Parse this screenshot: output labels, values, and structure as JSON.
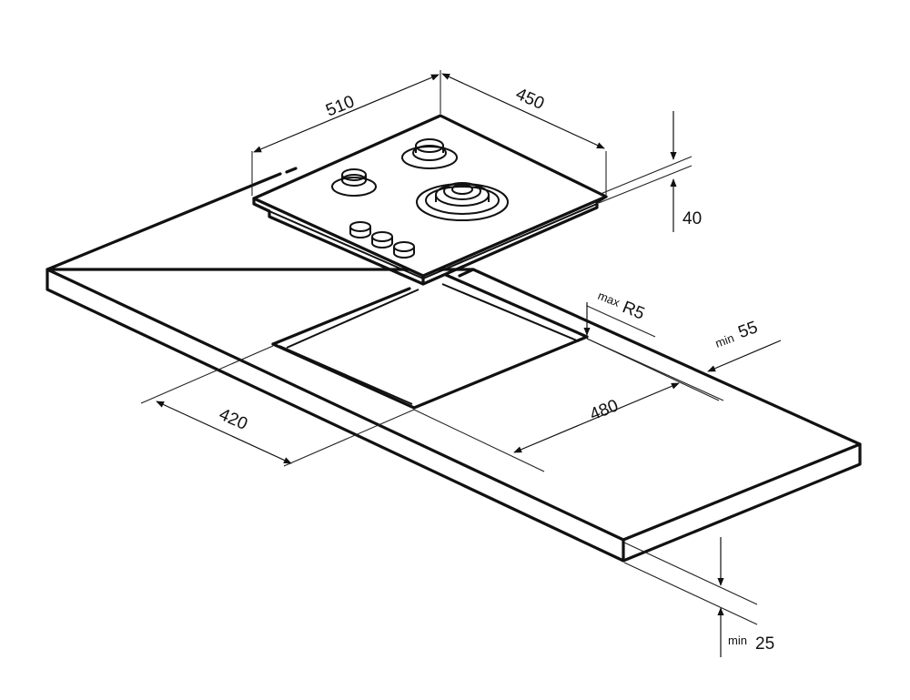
{
  "dimensions": {
    "hob_width": "510",
    "hob_depth": "450",
    "hob_height": "40",
    "cutout_depth": "420",
    "cutout_width": "480",
    "corner_radius_prefix": "max",
    "corner_radius_value": "R5",
    "rear_clearance_prefix": "min",
    "rear_clearance_value": "55",
    "worktop_thickness_prefix": "min",
    "worktop_thickness_value": "25"
  },
  "colors": {
    "line": "#111111",
    "background": "#ffffff"
  }
}
